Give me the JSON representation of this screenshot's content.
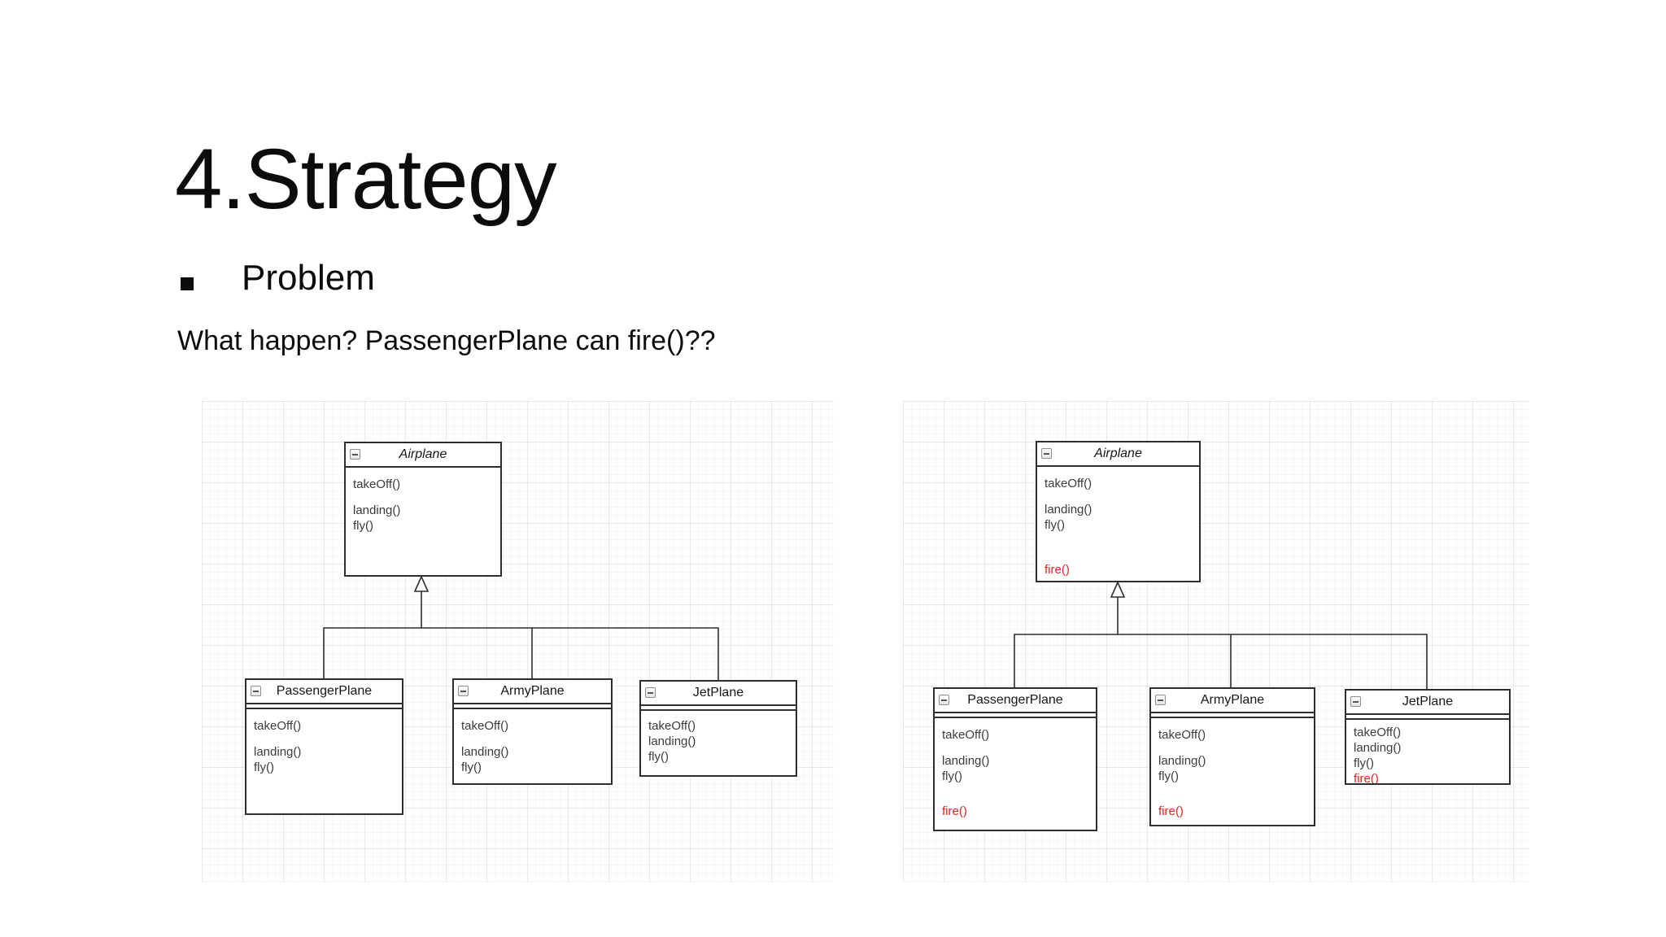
{
  "slide": {
    "title": "4.Strategy",
    "bullet_label": "Problem",
    "body_text": "What happen? PassengerPlane can fire()??"
  },
  "colors": {
    "text": "#0c0c0c",
    "box_border": "#2e2e2e",
    "method_text": "#3b3b3b",
    "fire_method_red": "#e02424"
  },
  "icons": {
    "collapse": "minus-box"
  },
  "diagrams": [
    {
      "name": "inheritance-before-fire",
      "classes": [
        {
          "title": "Airplane",
          "abstract": true,
          "methods": [
            "takeOff()",
            "landing()",
            "fly()"
          ]
        },
        {
          "title": "PassengerPlane",
          "abstract": false,
          "methods": [
            "takeOff()",
            "landing()",
            "fly()"
          ]
        },
        {
          "title": "ArmyPlane",
          "abstract": false,
          "methods": [
            "takeOff()",
            "landing()",
            "fly()"
          ]
        },
        {
          "title": "JetPlane",
          "abstract": false,
          "methods": [
            "takeOff()",
            "landing()",
            "fly()"
          ]
        }
      ]
    },
    {
      "name": "inheritance-with-fire",
      "classes": [
        {
          "title": "Airplane",
          "abstract": true,
          "methods": [
            "takeOff()",
            "landing()",
            "fly()",
            "fire()"
          ]
        },
        {
          "title": "PassengerPlane",
          "abstract": false,
          "methods": [
            "takeOff()",
            "landing()",
            "fly()",
            "fire()"
          ]
        },
        {
          "title": "ArmyPlane",
          "abstract": false,
          "methods": [
            "takeOff()",
            "landing()",
            "fly()",
            "fire()"
          ]
        },
        {
          "title": "JetPlane",
          "abstract": false,
          "methods": [
            "takeOff()",
            "landing()",
            "fly()",
            "fire()"
          ]
        }
      ]
    }
  ]
}
